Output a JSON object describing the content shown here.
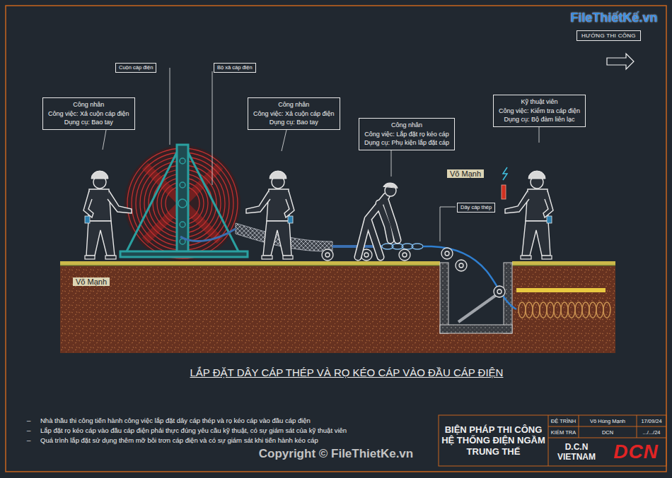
{
  "diagram": {
    "title": "LẮP ĐẶT DÂY CÁP THÉP VÀ RỌ KÉO CÁP VÀO ĐẦU CÁP ĐIỆN",
    "nodes": [
      {
        "text": [
          "HƯỚNG THI CÔNG"
        ]
      },
      {
        "text": [
          "Cuộn cáp điện"
        ]
      },
      {
        "text": [
          "Bộ xả cáp điện"
        ]
      },
      {
        "text": [
          "Kỹ thuật viên",
          "Công việc: Kiểm tra cáp điện",
          "Dụng cụ: Bộ đàm liên lạc"
        ]
      },
      {
        "text": [
          "Công nhân",
          "Công việc: Xả cuộn cáp điện",
          "Dụng cụ: Bao tay"
        ]
      },
      {
        "text": [
          "Công nhân",
          "Công việc: Xả cuộn cáp điện",
          "Dụng cụ: Bao tay"
        ]
      },
      {
        "text": [
          "Công nhân",
          "Công việc: Lắp đặt rọ kéo cáp",
          "Dụng cụ: Phụ kiện lắp đặt cáp"
        ]
      },
      {
        "text": [
          "Dây cáp thép"
        ]
      }
    ],
    "labels": [
      "FileThiếtKế.vn",
      "Võ Mạnh",
      "Võ Mạnh",
      "_",
      "Nhà thầu thi công tiến hành công việc lắp đặt dây cáp thép và rọ kéo cáp vào đầu cáp điện",
      "_",
      "Lắp đặt rọ kéo cáp vào đầu cáp điện phải thực đúng yêu cầu kỹ thuật, có sự giám sát của kỹ thuật viên",
      "_",
      "Quá trình lắp đặt sử dụng thêm mỡ bôi trơn cáp điện và có sự giám sát khi tiến hành kéo cáp",
      "ĐỆ TRÌNH",
      "Võ Hùng Mạnh",
      "17/09/24",
      "KIỂM TRA",
      "DCN",
      ".../.../24",
      "BIỆN PHÁP THI CÔNG HỆ THỐNG ĐIỆN NGẦM TRUNG THẾ",
      "D.C.N VIETNAM",
      "DCN",
      "Copyright © FileThietKe.vn"
    ]
  }
}
